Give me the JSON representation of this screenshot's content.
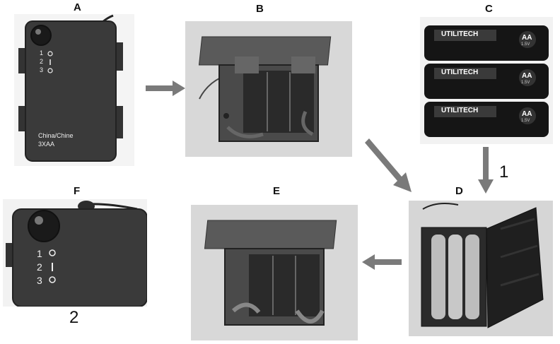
{
  "panels": {
    "a": {
      "label": "A",
      "print_line1": "China/Chine",
      "print_line2": "3XAA",
      "switch_positions": [
        "1",
        "2",
        "3"
      ]
    },
    "b": {
      "label": "B"
    },
    "c": {
      "label": "C",
      "battery_brand": "UTILITECH",
      "battery_size": "AA",
      "battery_voltage": "1.5V"
    },
    "d": {
      "label": "D"
    },
    "e": {
      "label": "E"
    },
    "f": {
      "label": "F",
      "switch_positions": [
        "1",
        "2",
        "3"
      ]
    }
  },
  "steps": {
    "step1": "1",
    "step2": "2"
  }
}
